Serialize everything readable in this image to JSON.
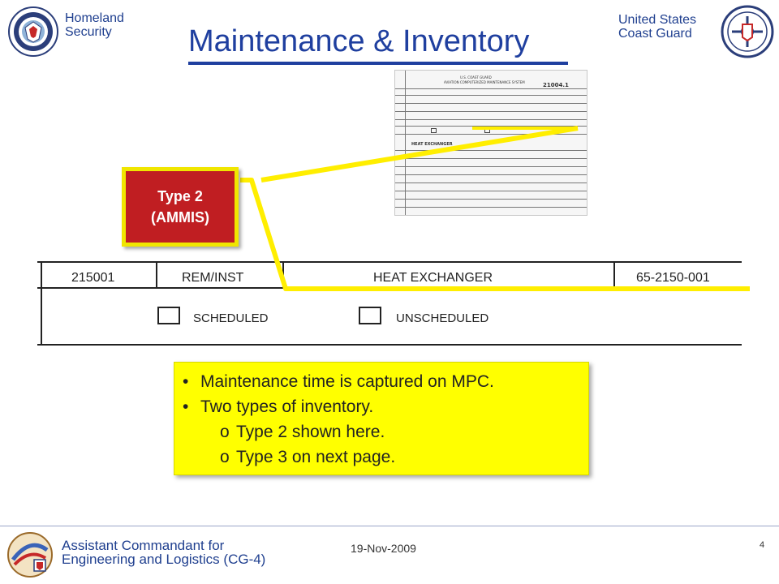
{
  "header": {
    "left_org": [
      "Homeland",
      "Security"
    ],
    "right_org": [
      "United States",
      "Coast Guard"
    ],
    "title": "Maintenance & Inventory"
  },
  "callout": {
    "line1": "Type 2",
    "line2": "(AMMIS)"
  },
  "form_strip": {
    "row1": [
      "215001",
      "REM/INST",
      "HEAT EXCHANGER",
      "65-2150-001"
    ],
    "scheduled": "SCHEDULED",
    "unscheduled": "UNSCHEDULED"
  },
  "form_thumbnail": {
    "org": "U.S. COAST GUARD",
    "system": "AVIATION COMPUTERIZED MAINTENANCE SYSTEM",
    "form_number": "21004.1",
    "item_label": "HEAT EXCHANGER"
  },
  "bullets": [
    {
      "level": 1,
      "text": "Maintenance time is captured on MPC."
    },
    {
      "level": 1,
      "text": "Two types of inventory."
    },
    {
      "level": 2,
      "text": "Type 2 shown here."
    },
    {
      "level": 2,
      "text": "Type 3 on next page."
    }
  ],
  "footer": {
    "org": [
      "Assistant Commandant for",
      "Engineering and Logistics (CG-4)"
    ],
    "date": "19-Nov-2009",
    "page": "4"
  },
  "colors": {
    "title_blue": "#1f3f9f",
    "callout_red": "#c01e22",
    "highlight_yellow": "#ffff00",
    "border_yellow": "#f0e600"
  },
  "icons": [
    "dhs-seal-icon",
    "uscg-seal-icon",
    "cg4-seal-icon"
  ]
}
